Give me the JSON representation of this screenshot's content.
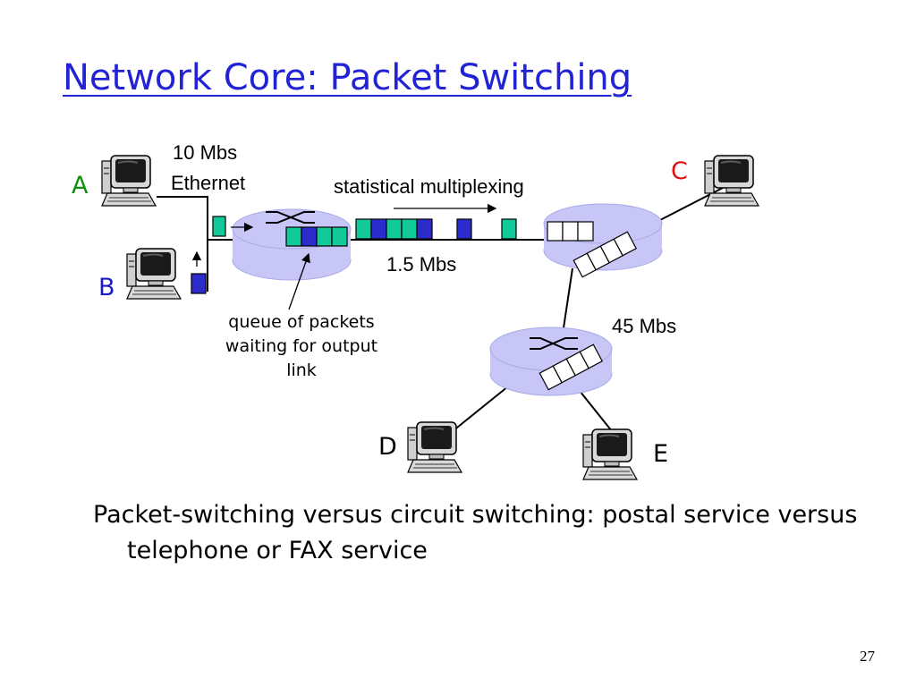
{
  "slide": {
    "title": "Network Core: Packet Switching",
    "page_number": "27"
  },
  "diagram": {
    "hosts": {
      "a": "A",
      "b": "B",
      "c": "C",
      "d": "D",
      "e": "E"
    },
    "labels": {
      "ethernet_rate": "10 Mbs",
      "ethernet": "Ethernet",
      "multiplexing": "statistical multiplexing",
      "link_rate_1": "1.5 Mbs",
      "link_rate_2": "45 Mbs",
      "queue_line_1": "queue of packets",
      "queue_line_2": "waiting for output",
      "queue_line_3": "link"
    },
    "colors": {
      "packet_a": "#12c99a",
      "packet_b": "#2c2ccc",
      "router": "#c7c6f7",
      "host_c_label": "#e01010",
      "host_a_label": "#0c8f0c",
      "host_b_label": "#1a1acc"
    }
  },
  "caption": "Packet-switching versus circuit switching: postal service versus telephone or FAX service"
}
